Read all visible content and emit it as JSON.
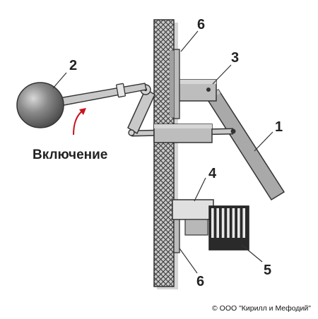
{
  "labels": {
    "n1": "1",
    "n2": "2",
    "n3": "3",
    "n4": "4",
    "n5": "5",
    "n6_top": "6",
    "n6_bottom": "6"
  },
  "action_label": "Включение",
  "copyright": "© ООО \"Кирилл и Мефодий\"",
  "colors": {
    "arrow": "#c8141e",
    "ball": "#6e6e6e",
    "part": "#c4c4c4",
    "outline": "#333333"
  }
}
